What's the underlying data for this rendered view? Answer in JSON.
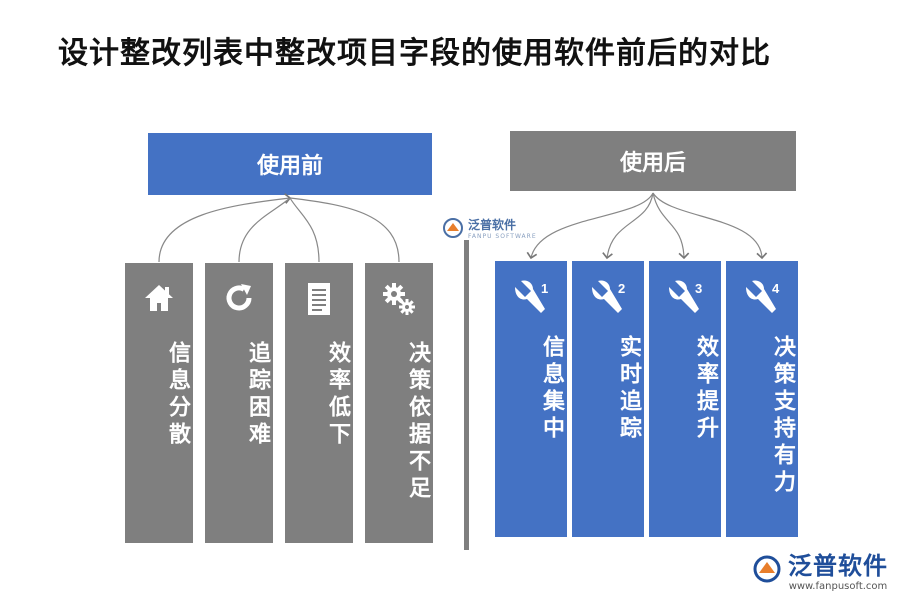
{
  "title": "设计整改列表中整改项目字段的使用软件前后的对比",
  "before": {
    "header": "使用前",
    "items": [
      {
        "label": "信息分散",
        "icon": "home-icon"
      },
      {
        "label": "追踪困难",
        "icon": "refresh-icon"
      },
      {
        "label": "效率低下",
        "icon": "document-icon"
      },
      {
        "label": "决策依据不足",
        "icon": "gears-icon"
      }
    ]
  },
  "after": {
    "header": "使用后",
    "items": [
      {
        "label": "信息集中",
        "num": "1",
        "icon": "wrench-icon"
      },
      {
        "label": "实时追踪",
        "num": "2",
        "icon": "wrench-icon"
      },
      {
        "label": "效率提升",
        "num": "3",
        "icon": "wrench-icon"
      },
      {
        "label": "决策支持有力",
        "num": "4",
        "icon": "wrench-icon"
      }
    ]
  },
  "watermark": {
    "center_name": "泛普软件",
    "center_sub": "FANPU SOFTWARE",
    "corner_name": "泛普软件",
    "corner_url": "www.fanpusoft.com"
  },
  "colors": {
    "blue": "#4472c4",
    "gray": "#7f7f7f"
  }
}
